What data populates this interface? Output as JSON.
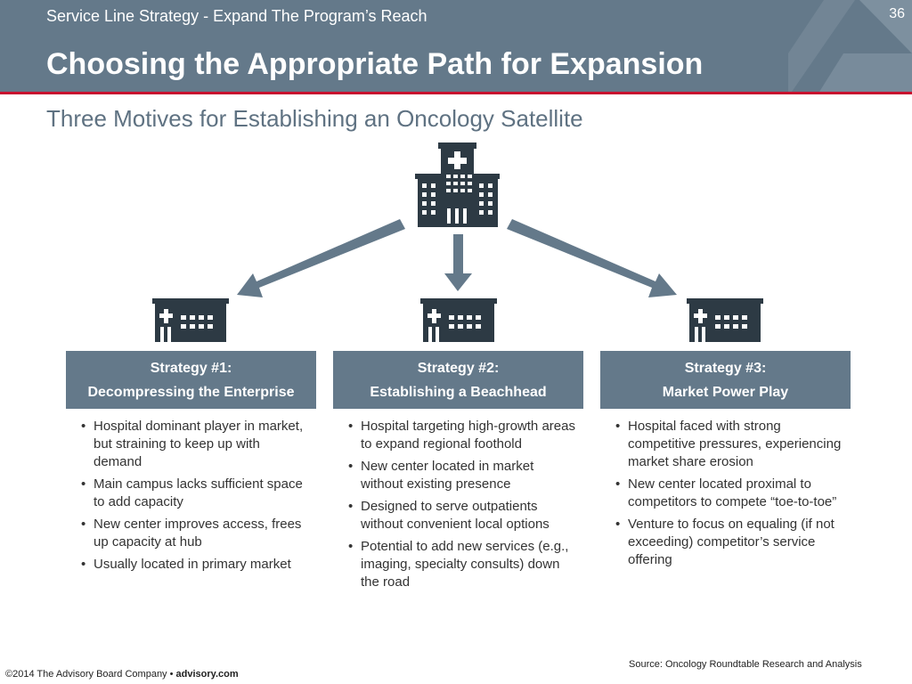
{
  "header": {
    "subtitle": "Service Line Strategy - Expand The Program’s Reach",
    "title": "Choosing the Appropriate Path for Expansion",
    "page_number": "36"
  },
  "section_heading": "Three Motives for Establishing an Oncology Satellite",
  "colors": {
    "header_bg": "#64798a",
    "accent_rule": "#c8102e",
    "icon_dark": "#2d3a44",
    "arrow": "#64798a"
  },
  "icons": {
    "main": "hospital-building-icon",
    "satellite": "satellite-clinic-icon"
  },
  "strategies": [
    {
      "number_label": "Strategy #1:",
      "name": "Decompressing the Enterprise",
      "bullets": [
        "Hospital dominant player in market, but straining to keep up with demand",
        "Main campus lacks sufficient space to add capacity",
        "New center improves access, frees up capacity at hub",
        "Usually located in primary market"
      ]
    },
    {
      "number_label": "Strategy #2:",
      "name": "Establishing a Beachhead",
      "bullets": [
        "Hospital targeting high-growth areas to expand regional foothold",
        "New center located in market without existing presence",
        "Designed to serve outpatients without convenient local options",
        "Potential to add new services (e.g., imaging, specialty consults) down the road"
      ]
    },
    {
      "number_label": "Strategy #3:",
      "name": "Market Power Play",
      "bullets": [
        "Hospital faced with strong competitive pressures, experiencing market share erosion",
        "New center located proximal to competitors to compete “toe-to-toe”",
        "Venture to focus on equaling (if not exceeding) competitor’s service offering"
      ]
    }
  ],
  "footer": {
    "source": "Source: Oncology Roundtable Research and Analysis",
    "copyright_prefix": "©2014 The Advisory Board Company • ",
    "copyright_site": "advisory.com"
  }
}
